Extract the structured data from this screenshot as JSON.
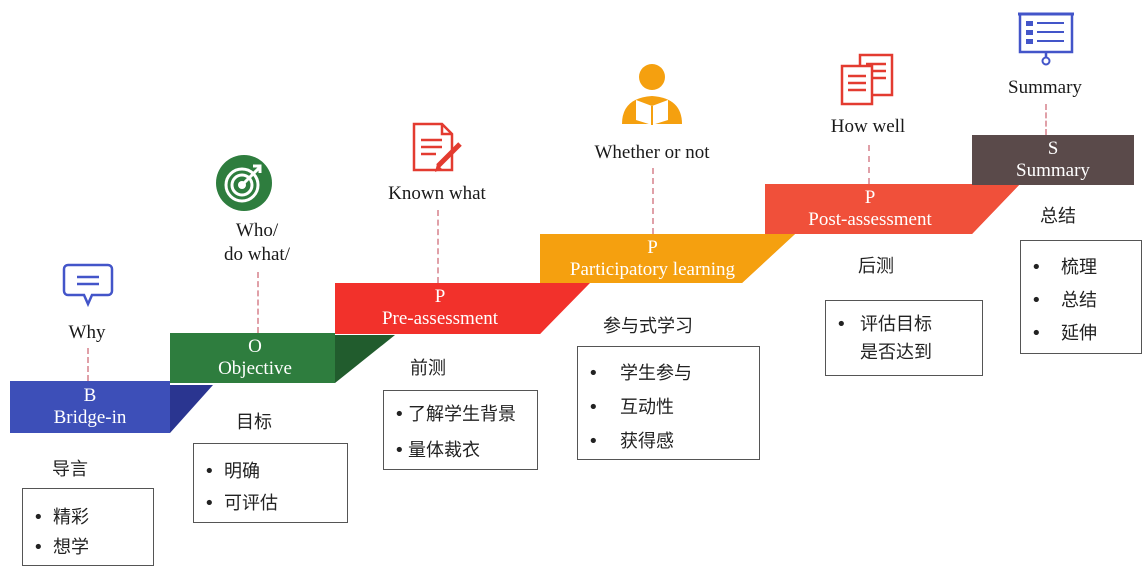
{
  "steps": [
    {
      "key": "b",
      "letter": "B",
      "title": "Bridge-in",
      "question": "Why",
      "cn_label": "导言",
      "bullets": [
        "精彩",
        "想学"
      ],
      "color": "#3d4fb8",
      "shade": "#2a3590",
      "icon": "chat-bubble-icon"
    },
    {
      "key": "o",
      "letter": "O",
      "title": "Objective",
      "question_lines": [
        "Who/",
        "do what/"
      ],
      "cn_label": "目标",
      "bullets": [
        "明确",
        "可评估"
      ],
      "color": "#2e7d3e",
      "shade": "#215c2d",
      "icon": "target-icon"
    },
    {
      "key": "p1",
      "letter": "P",
      "title": "Pre-assessment",
      "question": "Known what",
      "cn_label": "前测",
      "bullets": [
        "了解学生背景",
        "量体裁衣"
      ],
      "color": "#f2312b",
      "shade": "#c81f1a",
      "icon": "document-pen-icon"
    },
    {
      "key": "p2",
      "letter": "P",
      "title": "Participatory learning",
      "question": "Whether or not",
      "cn_label": "参与式学习",
      "bullets": [
        "学生参与",
        "互动性",
        "获得感"
      ],
      "color": "#f5a00f",
      "shade": "#e07a0a",
      "icon": "reader-icon"
    },
    {
      "key": "p3",
      "letter": "P",
      "title": "Post-assessment",
      "question": "How well",
      "cn_label": "后测",
      "bullets": [
        "评估目标是否达到"
      ],
      "color": "#f0503a",
      "shade": "#e0281c",
      "icon": "documents-icon"
    },
    {
      "key": "s",
      "letter": "S",
      "title": "Summary",
      "question": "Summary",
      "cn_label": "总结",
      "bullets": [
        "梳理",
        "总结",
        "延伸"
      ],
      "color": "#5a4a4a",
      "shade": "#463838",
      "icon": "presentation-board-icon"
    }
  ]
}
